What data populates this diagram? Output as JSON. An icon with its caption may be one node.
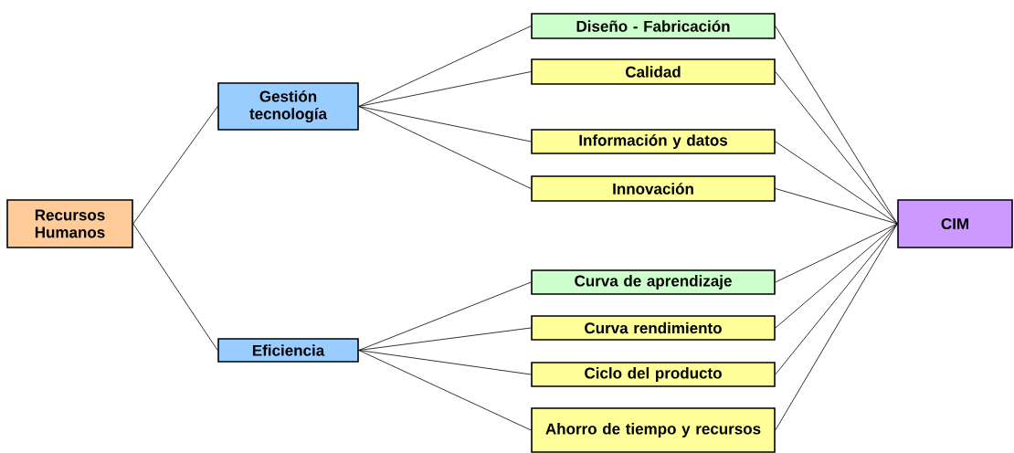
{
  "diagram": {
    "nodes": [
      {
        "text": [
          "Recursos Humanos"
        ]
      },
      {
        "text": [
          "Gestión tecnología"
        ]
      },
      {
        "text": [
          "Eficiencia"
        ]
      },
      {
        "text": [
          "Diseño - Fabricación"
        ]
      },
      {
        "text": [
          "Calidad"
        ]
      },
      {
        "text": [
          "Información y datos"
        ]
      },
      {
        "text": [
          "Innovación"
        ]
      },
      {
        "text": [
          "Curva de aprendizaje"
        ]
      },
      {
        "text": [
          "Curva rendimiento"
        ]
      },
      {
        "text": [
          "Ciclo del producto"
        ]
      },
      {
        "text": [
          "Ahorro de tiempo y recursos"
        ]
      },
      {
        "text": [
          "CIM"
        ]
      }
    ],
    "edges": [
      {
        "from": 0,
        "to": 1,
        "arrow": "none"
      },
      {
        "from": 0,
        "to": 2,
        "arrow": "none"
      },
      {
        "from": 1,
        "to": 3,
        "arrow": "none"
      },
      {
        "from": 1,
        "to": 4,
        "arrow": "none"
      },
      {
        "from": 1,
        "to": 5,
        "arrow": "none"
      },
      {
        "from": 1,
        "to": 6,
        "arrow": "none"
      },
      {
        "from": 2,
        "to": 7,
        "arrow": "none"
      },
      {
        "from": 2,
        "to": 8,
        "arrow": "none"
      },
      {
        "from": 2,
        "to": 9,
        "arrow": "none"
      },
      {
        "from": 2,
        "to": 10,
        "arrow": "none"
      },
      {
        "from": 3,
        "to": 11,
        "arrow": "none"
      },
      {
        "from": 4,
        "to": 11,
        "arrow": "none"
      },
      {
        "from": 5,
        "to": 11,
        "arrow": "none"
      },
      {
        "from": 6,
        "to": 11,
        "arrow": "none"
      },
      {
        "from": 7,
        "to": 11,
        "arrow": "none"
      },
      {
        "from": 8,
        "to": 11,
        "arrow": "none"
      },
      {
        "from": 9,
        "to": 11,
        "arrow": "none"
      },
      {
        "from": 10,
        "to": 11,
        "arrow": "none"
      }
    ]
  }
}
